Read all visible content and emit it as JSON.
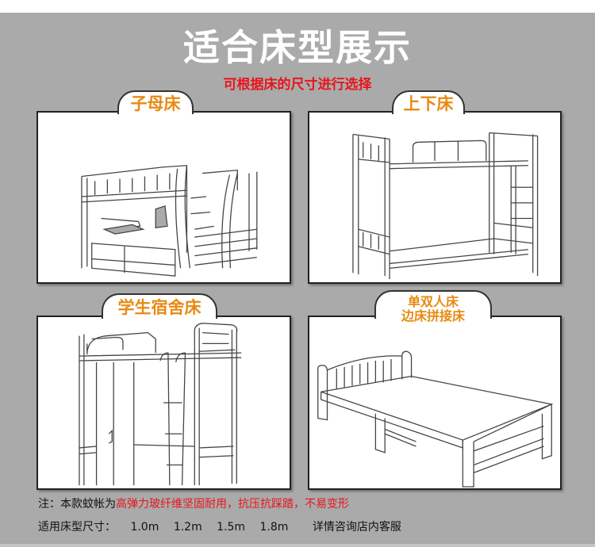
{
  "header": {
    "title": "适合床型展示",
    "subtitle": "可根据床的尺寸进行选择"
  },
  "panels": [
    {
      "label": "子母床",
      "icon": "bunk-bed-with-stairs-illustration"
    },
    {
      "label": "上下床",
      "icon": "metal-bunk-bed-illustration"
    },
    {
      "label": "学生宿舍床",
      "icon": "loft-bed-with-wardrobe-illustration"
    },
    {
      "label_line1": "单双人床",
      "label_line2": "边床拼接床",
      "icon": "single-wooden-bed-illustration"
    }
  ],
  "footer": {
    "note_prefix": "注：本款蚊帐为",
    "note_highlight": "高弹力玻纤维坚固耐用，抗压抗踩踏，不易变形",
    "sizes_label": "适用床型尺寸：",
    "sizes": [
      "1.0m",
      "1.2m",
      "1.5m",
      "1.8m"
    ],
    "contact": "详情咨询店内客服"
  },
  "colors": {
    "background": "#aaaaaa",
    "title": "#ffffff",
    "accent_red": "#e8151c",
    "tab_label": "#e88a12"
  }
}
